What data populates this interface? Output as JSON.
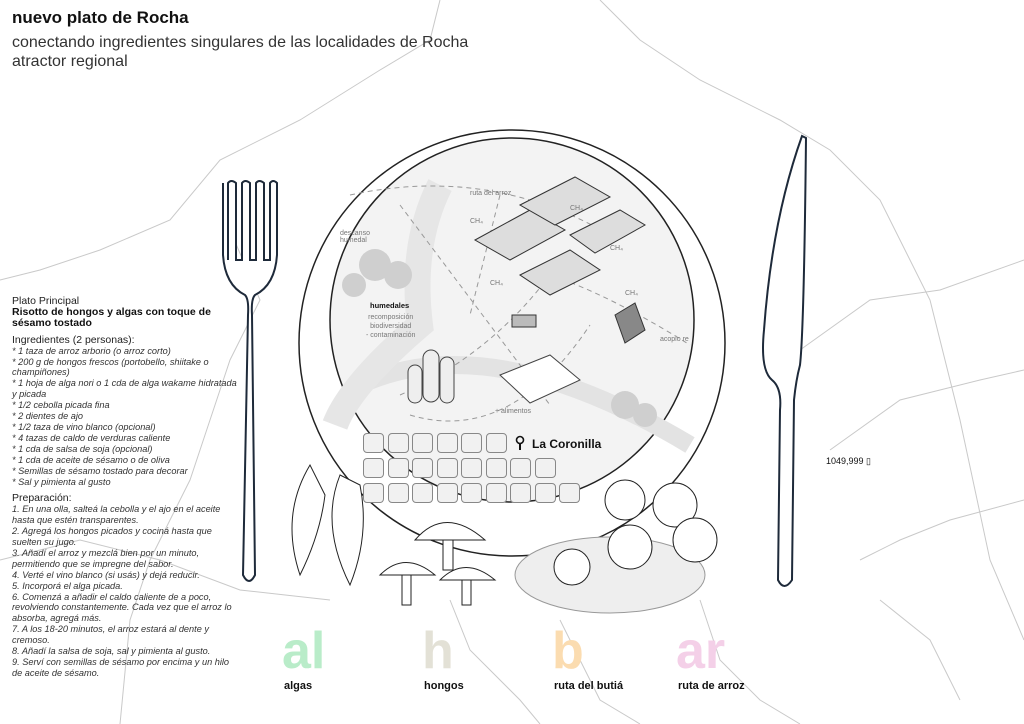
{
  "header": {
    "title": "nuevo plato de Rocha",
    "subtitle_lines": [
      "conectando ingredientes singulares de las localidades de Rocha",
      "atractor regional"
    ]
  },
  "recipe": {
    "category": "Plato Principal",
    "name": "Risotto de hongos y algas con toque de sésamo tostado",
    "ingredients_title": "Ingredientes (2 personas):",
    "ingredients": [
      "* 1 taza de arroz arborio (o arroz corto)",
      "* 200 g de hongos frescos (portobello, shiitake o champiñones)",
      "* 1 hoja de alga nori o 1 cda de alga wakame hidratada y picada",
      "* 1/2 cebolla picada fina",
      "* 2 dientes de ajo",
      "* 1/2 taza de vino blanco (opcional)",
      "* 4 tazas de caldo de verduras caliente",
      "* 1 cda de salsa de soja (opcional)",
      "* 1 cda de aceite de sésamo o de oliva",
      "* Semillas de sésamo tostado para decorar",
      "* Sal y pimienta al gusto"
    ],
    "preparation_title": "Preparación:",
    "steps": [
      "1. En una olla, salteá la cebolla y el ajo en el aceite hasta que estén transparentes.",
      "2. Agregá los hongos picados y cociná hasta que suelten su jugo.",
      "3. Añadí el arroz y mezclá bien por un minuto, permitiendo que se impregne del sabor.",
      "4. Verté el vino blanco (si usás) y dejá reducir.",
      "5. Incorporá el alga picada.",
      "6. Comenzá a añadir el caldo caliente de a poco, revolviendo constantemente. Cada vez que el arroz lo absorba, agregá más.",
      "7. A los 18-20 minutos, el arroz estará al dente y cremoso.",
      "8. Añadí la salsa de soja, sal y pimienta al gusto.",
      "9. Serví con semillas de sésamo por encima y un hilo de aceite de sésamo."
    ]
  },
  "plate": {
    "labels": {
      "ruta_arroz": "ruta del arroz",
      "descanso": "descanso\nhumedal",
      "humedales": "humedales",
      "humedales_notes": [
        "recomposición",
        "biodiversidad",
        "- contaminación"
      ],
      "acopio": "acopio re",
      "alimentos": "+ alimentos",
      "ch4": "CH₄"
    },
    "location": "La Coronilla",
    "grid_rows": [
      6,
      8,
      9
    ]
  },
  "map_readout": "1049,999 ▯",
  "legend": [
    {
      "glyph": "al",
      "name": "algas",
      "color": "#b9ecc9"
    },
    {
      "glyph": "h",
      "name": "hongos",
      "color": "#e3e1d6"
    },
    {
      "glyph": "b",
      "name": "ruta del butiá",
      "color": "#fbdcb0"
    },
    {
      "glyph": "ar",
      "name": "ruta de arroz",
      "color": "#f4d0e8"
    }
  ]
}
